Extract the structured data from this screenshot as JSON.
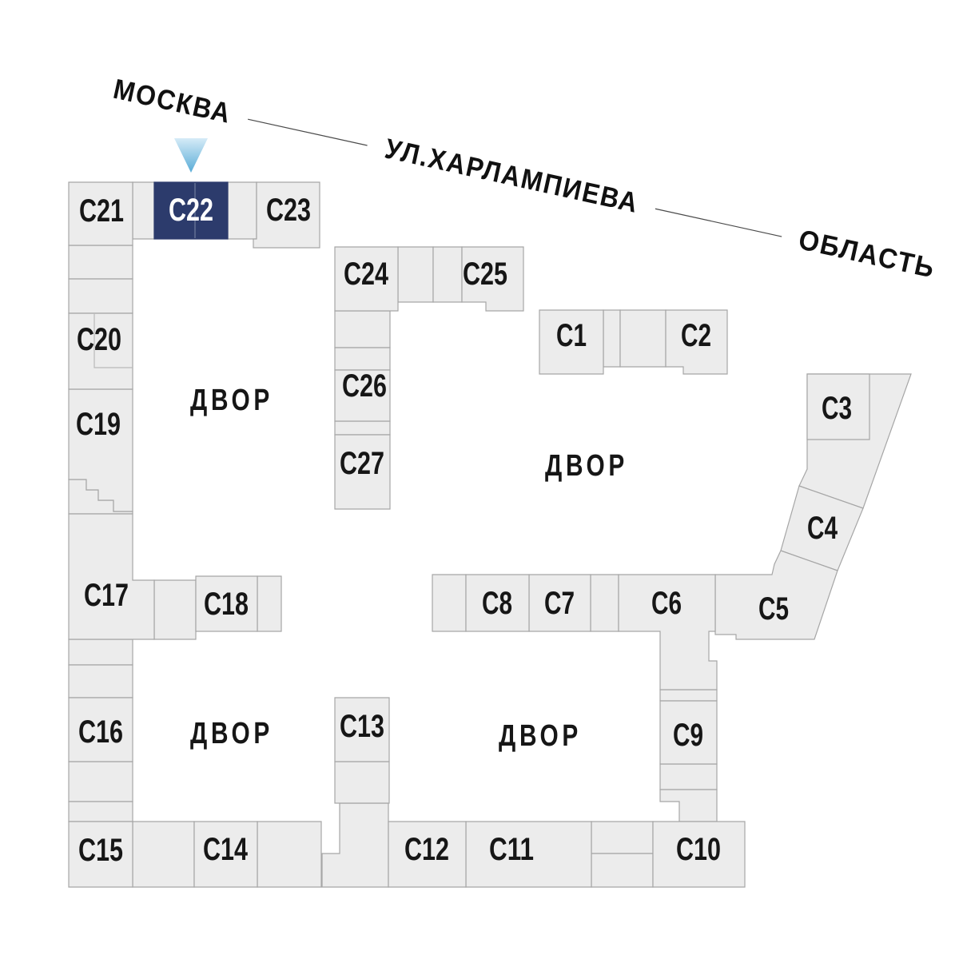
{
  "map": {
    "streets": {
      "moskva": "МОСКВА",
      "kharlampieva": "УЛ.ХАРЛАМПИЕВА",
      "oblast": "ОБЛАСТЬ"
    },
    "courtyard_label": "ДВОР",
    "selected_block": "С22",
    "blocks": [
      {
        "id": "C1",
        "label": "С1"
      },
      {
        "id": "C2",
        "label": "С2"
      },
      {
        "id": "C3",
        "label": "С3"
      },
      {
        "id": "C4",
        "label": "С4"
      },
      {
        "id": "C5",
        "label": "С5"
      },
      {
        "id": "C6",
        "label": "С6"
      },
      {
        "id": "C7",
        "label": "С7"
      },
      {
        "id": "C8",
        "label": "С8"
      },
      {
        "id": "C9",
        "label": "С9"
      },
      {
        "id": "C10",
        "label": "С10"
      },
      {
        "id": "C11",
        "label": "С11"
      },
      {
        "id": "C12",
        "label": "С12"
      },
      {
        "id": "C13",
        "label": "С13"
      },
      {
        "id": "C14",
        "label": "С14"
      },
      {
        "id": "C15",
        "label": "С15"
      },
      {
        "id": "C16",
        "label": "С16"
      },
      {
        "id": "C17",
        "label": "С17"
      },
      {
        "id": "C18",
        "label": "С18"
      },
      {
        "id": "C19",
        "label": "С19"
      },
      {
        "id": "C20",
        "label": "С20"
      },
      {
        "id": "C21",
        "label": "С21"
      },
      {
        "id": "C22",
        "label": "С22"
      },
      {
        "id": "C23",
        "label": "С23"
      },
      {
        "id": "C24",
        "label": "С24"
      },
      {
        "id": "C25",
        "label": "С25"
      },
      {
        "id": "C26",
        "label": "С26"
      },
      {
        "id": "C27",
        "label": "С27"
      }
    ],
    "colors": {
      "block_fill": "#ececec",
      "block_border": "#a6a6a6",
      "selected_fill": "#2c3b6c",
      "selected_text": "#ffffff",
      "marker_gradient_top": "#d5ebf7",
      "marker_gradient_bottom": "#58acd7"
    }
  }
}
